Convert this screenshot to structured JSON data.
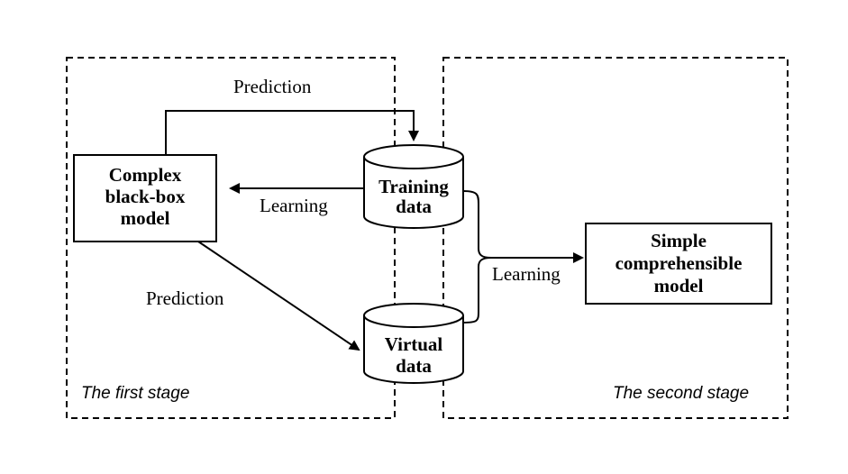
{
  "stages": {
    "first": "The first stage",
    "second": "The second stage"
  },
  "nodes": {
    "complex_model": [
      "Complex",
      "black-box",
      "model"
    ],
    "training_data": [
      "Training",
      "data"
    ],
    "virtual_data": [
      "Virtual",
      "data"
    ],
    "simple_model": [
      "Simple",
      "comprehensible",
      "model"
    ]
  },
  "edges": {
    "prediction_top": "Prediction",
    "learning_left": "Learning",
    "prediction_bottom": "Prediction",
    "learning_right": "Learning"
  },
  "colors": {
    "line": "#000000",
    "background": "#ffffff"
  }
}
